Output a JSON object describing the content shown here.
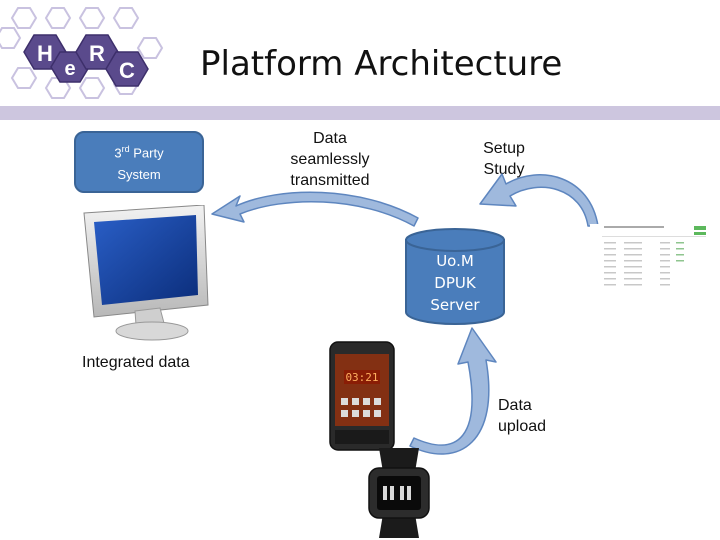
{
  "slide": {
    "title": "Platform Architecture"
  },
  "logo": {
    "letters": [
      "H",
      "e",
      "R",
      "C"
    ],
    "colors": {
      "hex_stroke": "#c9c2e0",
      "hex_fill": "#5a4a8c",
      "letter": "#ffffff"
    }
  },
  "third_party": {
    "line1_prefix": "3",
    "line1_super": "rd",
    "line1_rest": " Party",
    "line2": "System"
  },
  "labels": {
    "data_transmitted": [
      "Data",
      "seamlessly",
      "transmitted"
    ],
    "setup_study": [
      "Setup",
      "Study"
    ],
    "integrated_data": "Integrated data",
    "data_upload": [
      "Data",
      "upload"
    ]
  },
  "server": {
    "lines": [
      "Uo.M",
      "DPUK",
      "Server"
    ]
  },
  "devices": {
    "phone_time": "03:21"
  },
  "colors": {
    "accent_blue": "#4a7dbb",
    "arrow_fill": "#9fb9dd",
    "arrow_stroke": "#5e86bf",
    "rule": "#cdc6df"
  },
  "icons": [
    "monitor-icon",
    "database-icon",
    "smartphone-icon",
    "smartwatch-icon",
    "dashboard-thumbnail"
  ]
}
